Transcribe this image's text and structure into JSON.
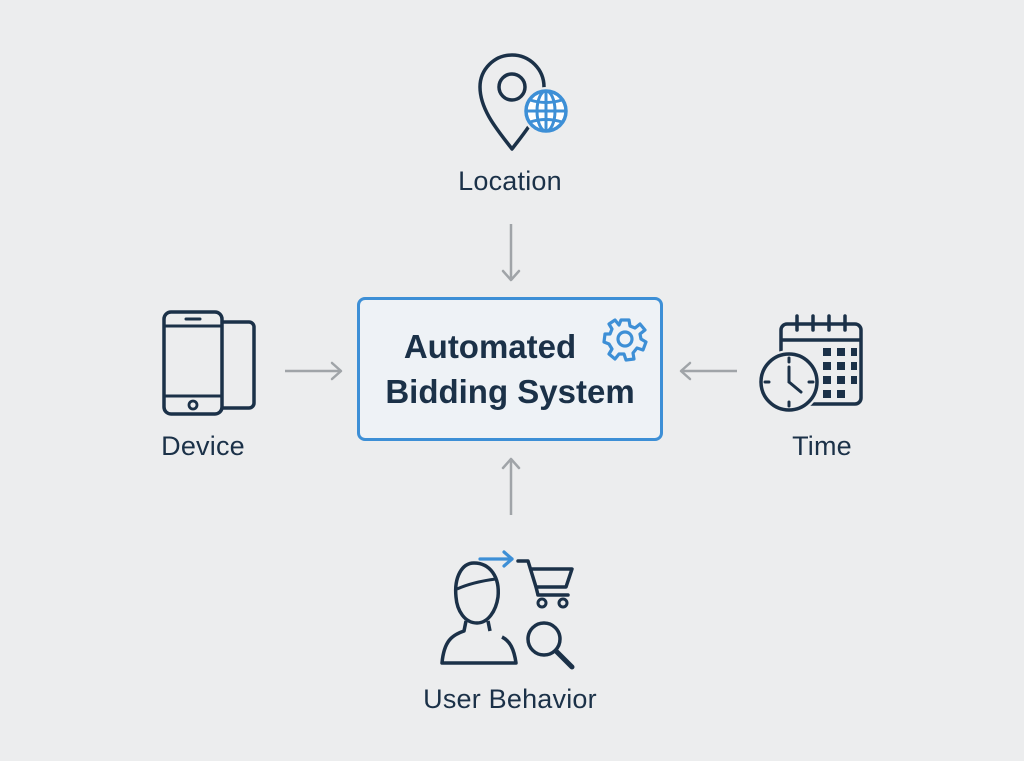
{
  "center": {
    "line1": "Automated",
    "line2": "Bidding System",
    "icon": "gear-icon"
  },
  "inputs": {
    "location": {
      "label": "Location",
      "icon": "location-globe-icon"
    },
    "device": {
      "label": "Device",
      "icon": "mobile-devices-icon"
    },
    "time": {
      "label": "Time",
      "icon": "clock-calendar-icon"
    },
    "user_behavior": {
      "label": "User Behavior",
      "icon": "user-cart-search-icon"
    }
  },
  "colors": {
    "background": "#ecedee",
    "navy": "#1b3148",
    "accent": "#3d8fd6",
    "arrow": "#a0a4a8"
  }
}
